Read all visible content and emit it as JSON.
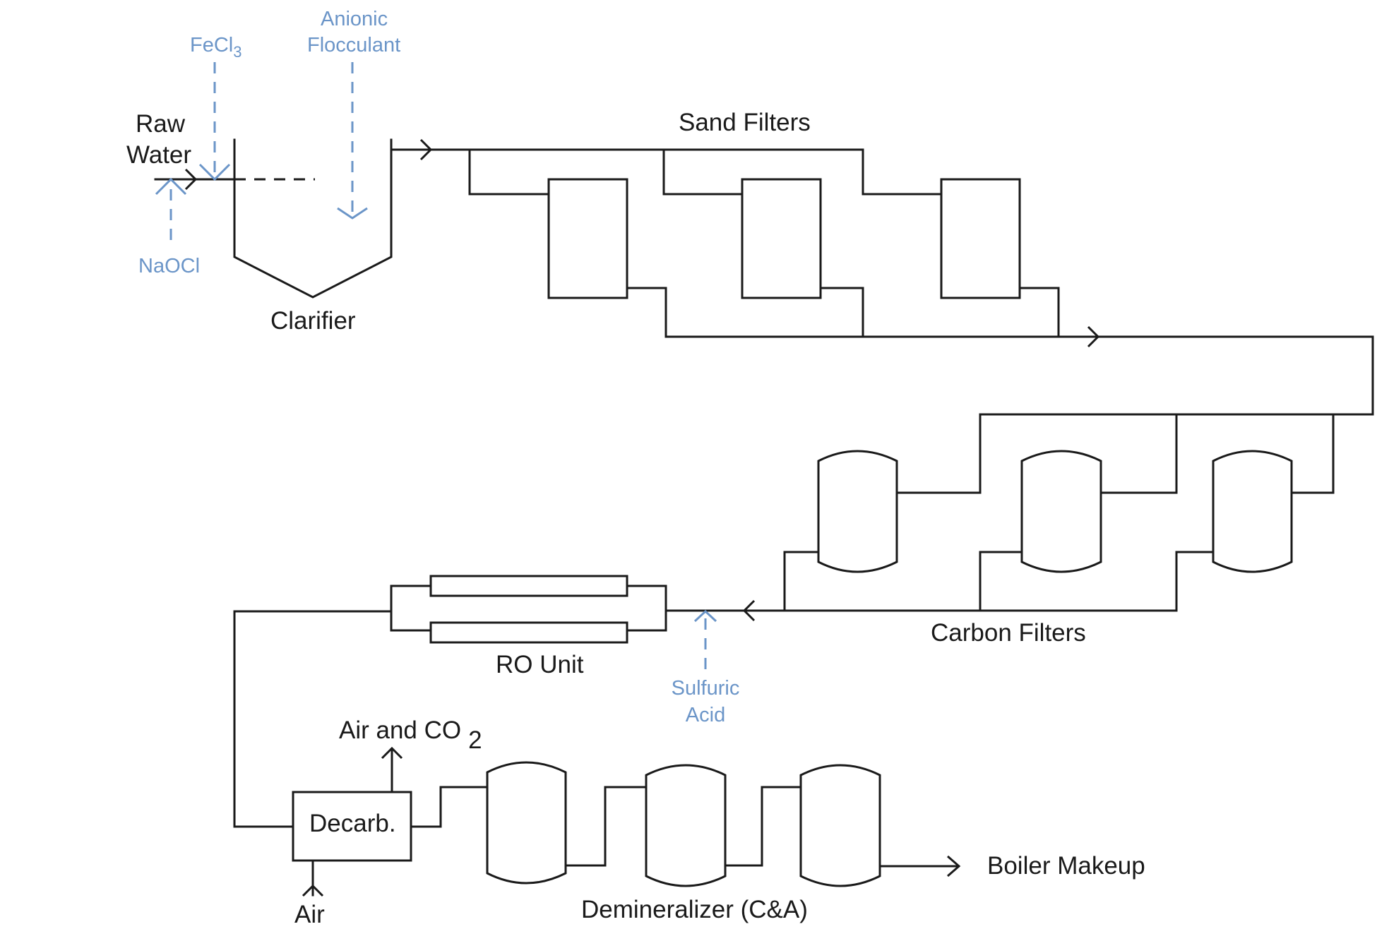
{
  "diagram": {
    "type": "process-flow-diagram",
    "title": "Boiler makeup water treatment train"
  },
  "labels": {
    "raw_water_line1": "Raw",
    "raw_water_line2": "Water",
    "clarifier": "Clarifier",
    "sand_filters": "Sand Filters",
    "carbon_filters": "Carbon Filters",
    "ro_unit": "RO Unit",
    "decarb": "Decarb.",
    "air_and_co2_main": "Air and CO",
    "air_and_co2_sub": "2",
    "air": "Air",
    "demineralizer": "Demineralizer (C&A)",
    "boiler_makeup": "Boiler Makeup"
  },
  "chemicals": {
    "fecl3_main": "FeCl",
    "fecl3_sub": "3",
    "anionic_line1": "Anionic",
    "anionic_line2": "Flocculant",
    "naocl": "NaOCl",
    "sulfuric_line1": "Sulfuric",
    "sulfuric_line2": "Acid"
  },
  "colors": {
    "process_line": "#1a1a1a",
    "chemical_feed": "#6b95c8",
    "background": "#ffffff"
  },
  "equipment": {
    "sand_filter_count": 3,
    "carbon_filter_count": 3,
    "ro_membrane_count": 2,
    "demineralizer_vessel_count": 3
  }
}
